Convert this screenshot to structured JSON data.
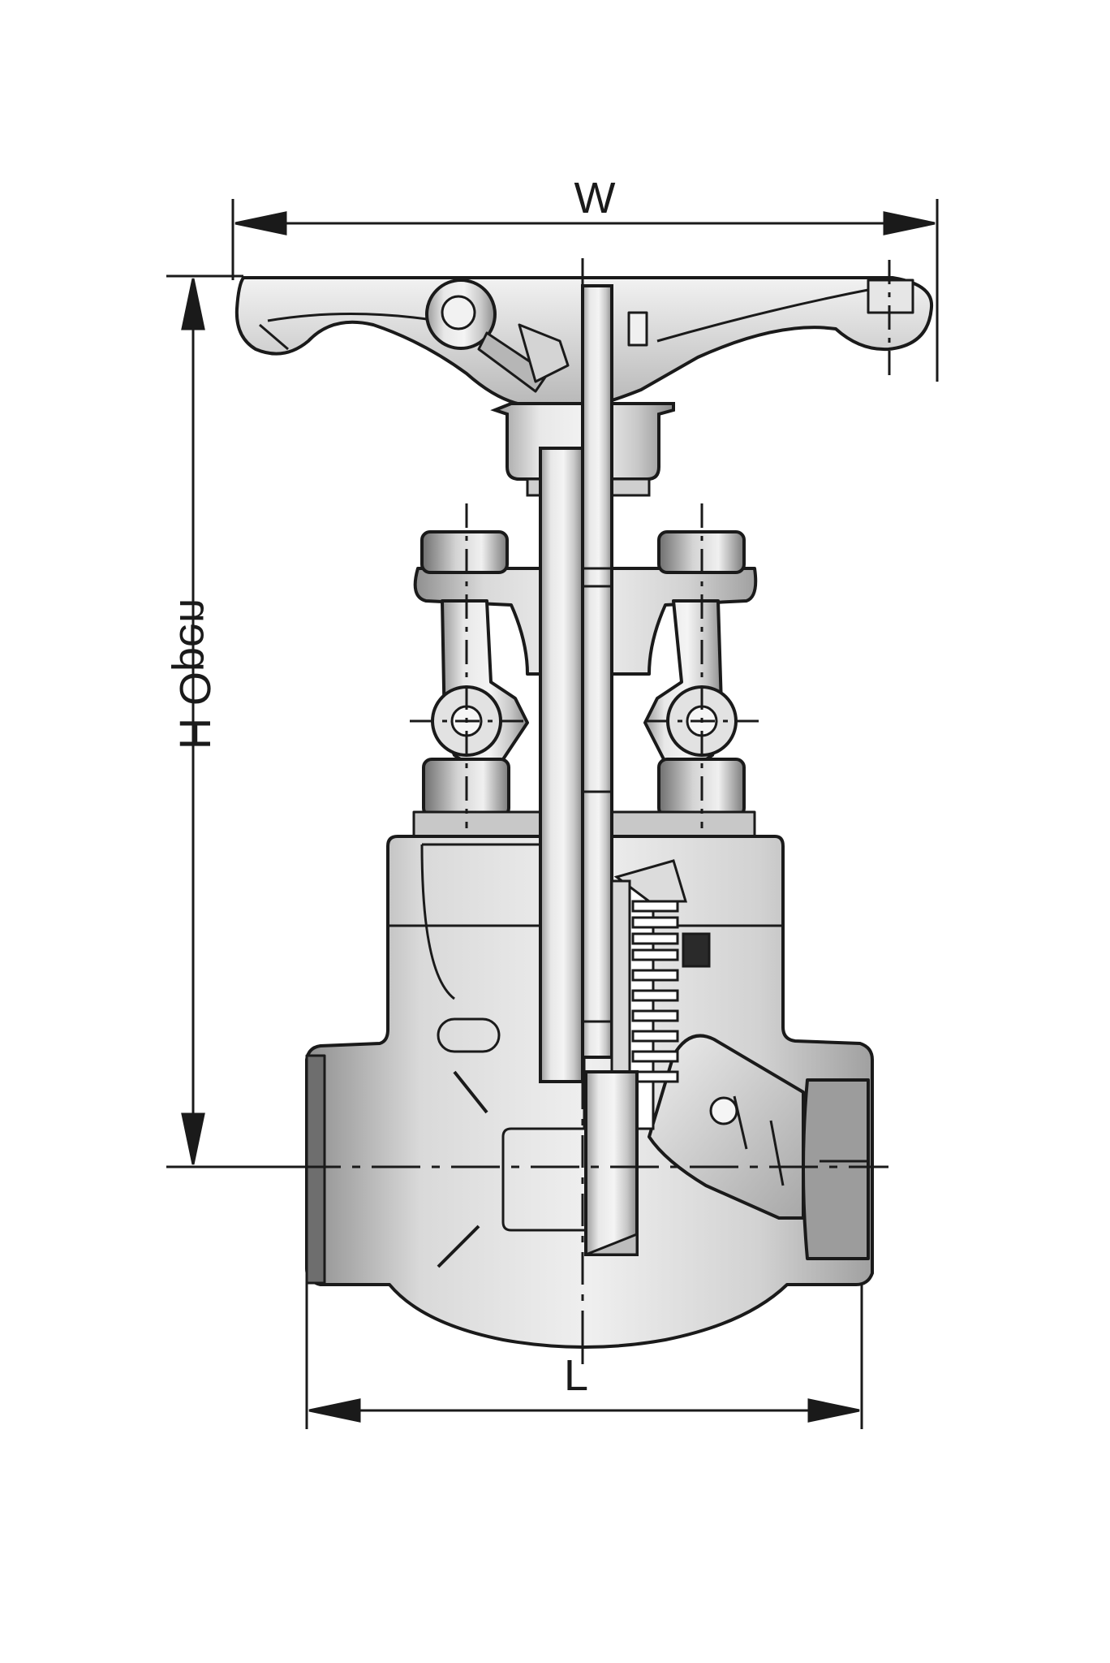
{
  "labels": {
    "width": "W",
    "height": "H Open",
    "length": "L"
  },
  "colors": {
    "ink": "#1a1a1a",
    "metal_light": "#ededed",
    "metal_mid": "#cfcfcf",
    "metal_dark": "#8a8a8a",
    "background": "#ffffff"
  }
}
